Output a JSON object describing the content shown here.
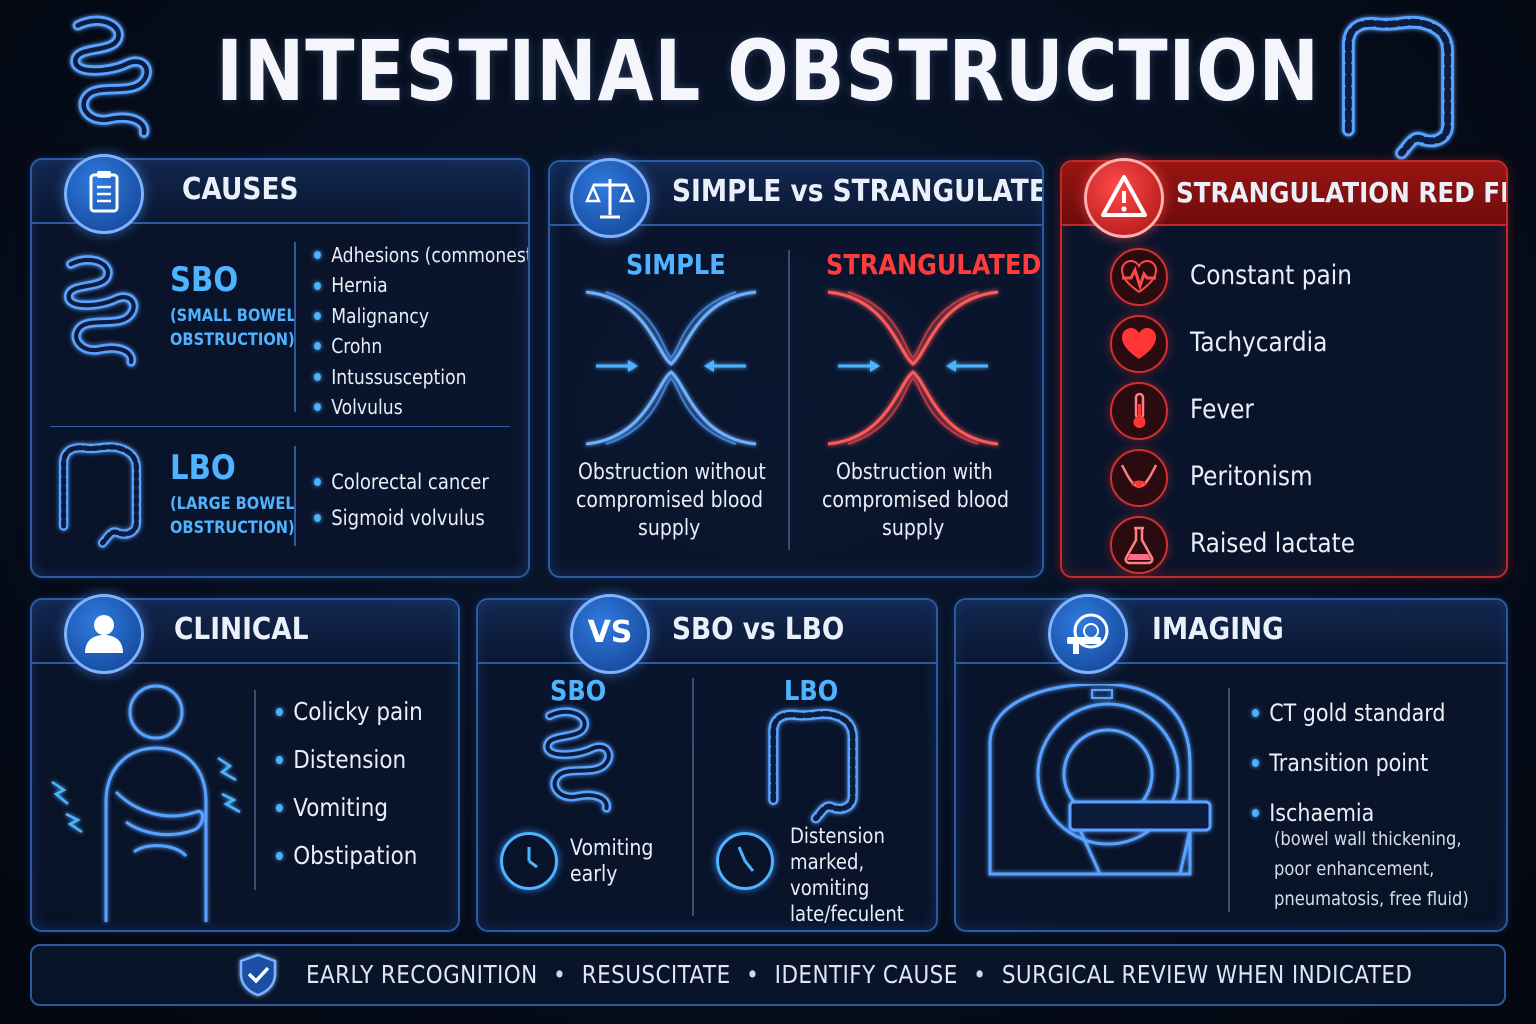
{
  "title": "INTESTINAL OBSTRUCTION",
  "colors": {
    "accent_blue": "#4fb3ff",
    "panel_border": "#2c5a9e",
    "alert_red": "#c12a2a",
    "background": "#050b18"
  },
  "causes": {
    "heading": "CAUSES",
    "icon": "clipboard-icon",
    "sbo": {
      "abbr": "SBO",
      "full_line1": "(SMALL BOWEL",
      "full_line2": "OBSTRUCTION)",
      "items": [
        "Adhesions (commonest)",
        "Hernia",
        "Malignancy",
        "Crohn",
        "Intussusception",
        "Volvulus"
      ]
    },
    "lbo": {
      "abbr": "LBO",
      "full_line1": "(LARGE BOWEL",
      "full_line2": "OBSTRUCTION)",
      "items": [
        "Colorectal cancer",
        "Sigmoid volvulus"
      ]
    }
  },
  "simple_vs_strangulated": {
    "heading": "SIMPLE vs STRANGULATED",
    "icon": "scales-icon",
    "simple": {
      "label": "SIMPLE",
      "desc_line1": "Obstruction without",
      "desc_line2": "compromised blood",
      "desc_line3": "supply"
    },
    "strangulated": {
      "label": "STRANGULATED",
      "desc_line1": "Obstruction with",
      "desc_line2": "compromised blood",
      "desc_line3": "supply"
    }
  },
  "red_flags": {
    "heading": "STRANGULATION RED FLAGS",
    "icon": "warning-triangle-icon",
    "items": [
      {
        "label": "Constant pain",
        "icon": "pulse-icon"
      },
      {
        "label": "Tachycardia",
        "icon": "heart-icon"
      },
      {
        "label": "Fever",
        "icon": "thermometer-icon"
      },
      {
        "label": "Peritonism",
        "icon": "abdomen-icon"
      },
      {
        "label": "Raised lactate",
        "icon": "flask-icon"
      }
    ]
  },
  "clinical": {
    "heading": "CLINICAL",
    "icon": "person-icon",
    "items": [
      "Colicky pain",
      "Distension",
      "Vomiting",
      "Obstipation"
    ]
  },
  "sbo_vs_lbo": {
    "heading": "SBO vs LBO",
    "badge_text": "VS",
    "sbo": {
      "label": "SBO",
      "line1": "Vomiting",
      "line2": "early"
    },
    "lbo": {
      "label": "LBO",
      "line1": "Distension",
      "line2": "marked,",
      "line3": "vomiting",
      "line4": "late/feculent"
    }
  },
  "imaging": {
    "heading": "IMAGING",
    "icon": "ct-scanner-icon",
    "items": [
      "CT gold standard",
      "Transition point",
      "Ischaemia"
    ],
    "detail_line1": "(bowel wall thickening,",
    "detail_line2": "poor enhancement,",
    "detail_line3": "pneumatosis, free fluid)"
  },
  "footer": {
    "icon": "shield-check-icon",
    "items": [
      "EARLY RECOGNITION",
      "RESUSCITATE",
      "IDENTIFY CAUSE",
      "SURGICAL REVIEW WHEN INDICATED"
    ],
    "separator": "•"
  }
}
